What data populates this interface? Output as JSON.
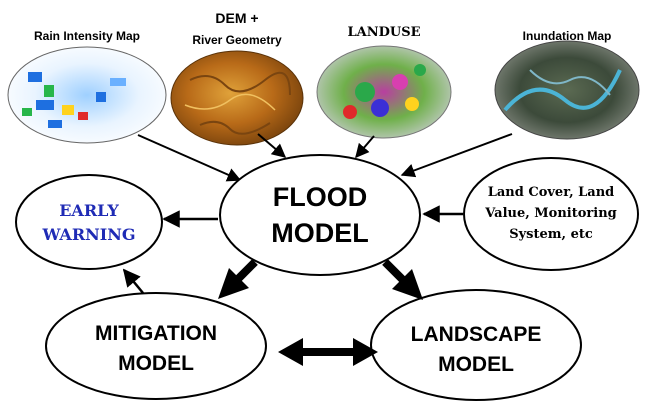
{
  "inputs": {
    "rain": "Rain Intensity Map",
    "dem_line1": "DEM +",
    "dem_line2": "River Geometry",
    "landuse": "LANDUSE",
    "inundation": "Inundation Map"
  },
  "nodes": {
    "flood": [
      "FLOOD",
      "MODEL"
    ],
    "early_warning": [
      "EARLY",
      "WARNING"
    ],
    "landcover": [
      "Land Cover, Land",
      "Value, Monitoring",
      "System, etc"
    ],
    "mitigation": [
      "MITIGATION",
      "MODEL"
    ],
    "landscape": [
      "LANDSCAPE",
      "MODEL"
    ]
  },
  "colors": {
    "early_warning_text": "#1f2bb5",
    "outline": "#000000",
    "background": "#ffffff"
  },
  "icons": [
    "rain-intensity-map-image",
    "dem-terrain-image",
    "landuse-map-image",
    "inundation-map-image"
  ]
}
